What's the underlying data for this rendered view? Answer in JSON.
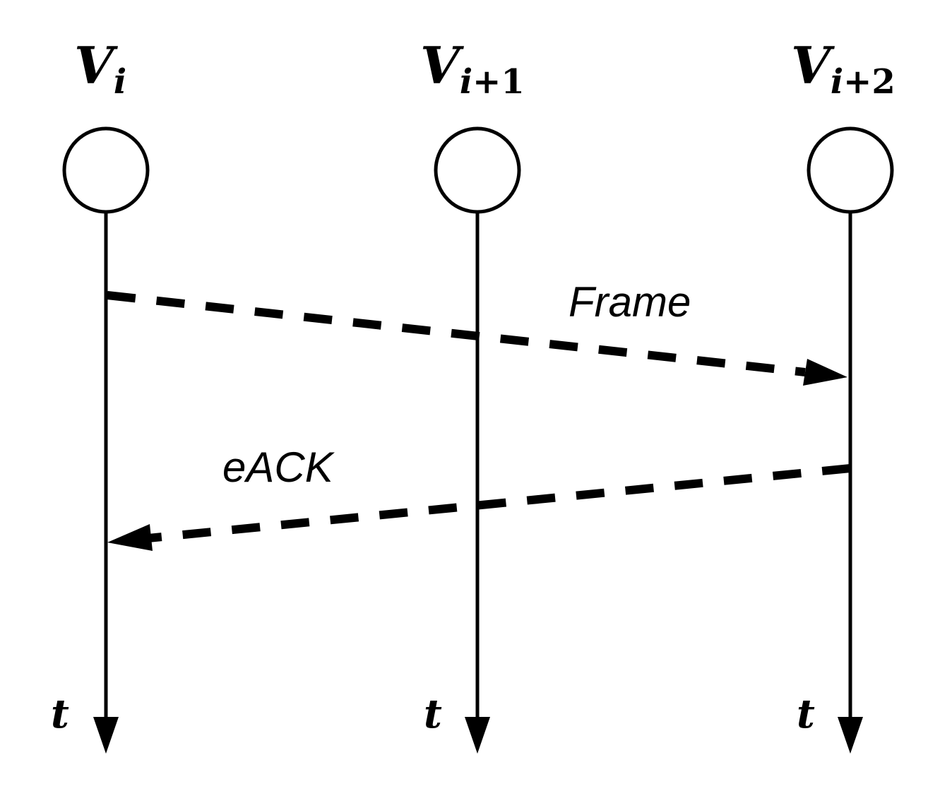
{
  "nodes": [
    {
      "name": "V",
      "subscript_var": "i",
      "subscript_rest": "",
      "time_label": "t"
    },
    {
      "name": "V",
      "subscript_var": "i",
      "subscript_rest": "+1",
      "time_label": "t"
    },
    {
      "name": "V",
      "subscript_var": "i",
      "subscript_rest": "+2",
      "time_label": "t"
    }
  ],
  "messages": [
    {
      "label": "Frame",
      "from": "V_i",
      "to": "V_{i+2}"
    },
    {
      "label": "eACK",
      "from": "V_{i+2}",
      "to": "V_i"
    }
  ]
}
